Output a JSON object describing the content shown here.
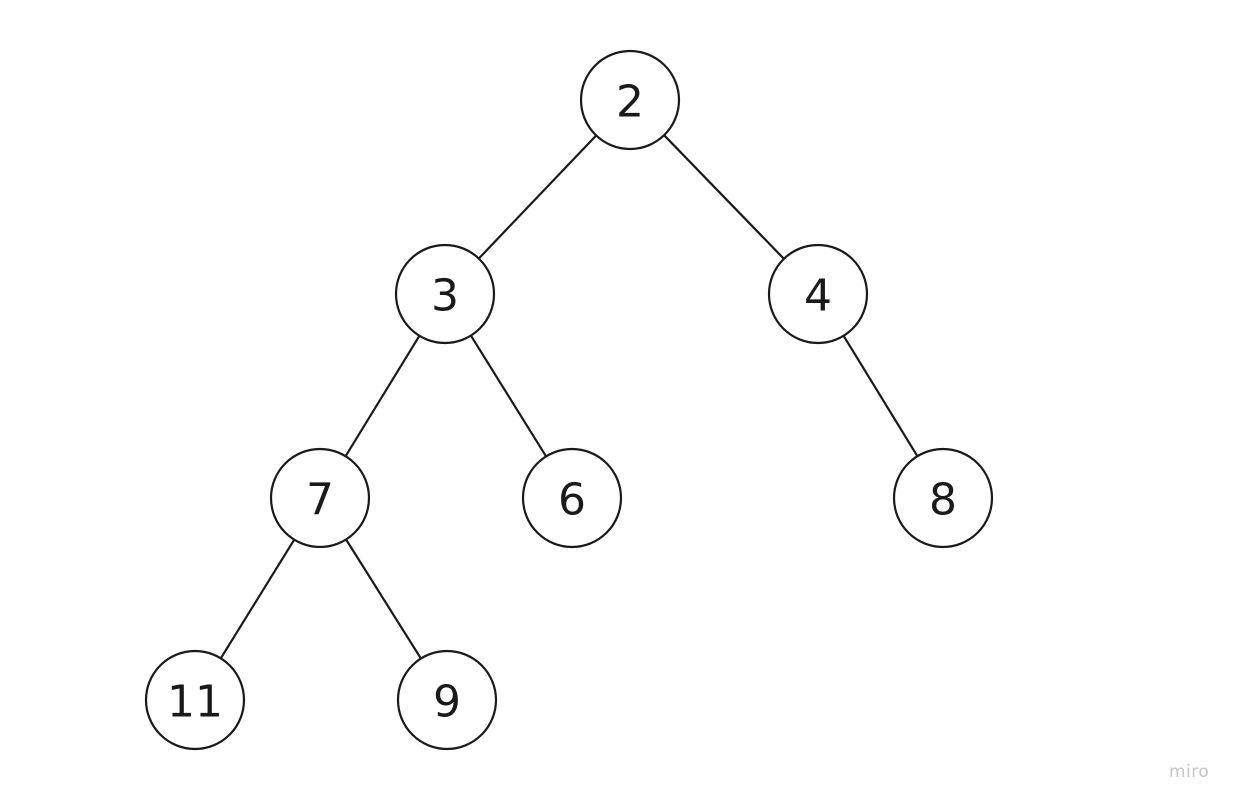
{
  "diagram": {
    "nodes": [
      {
        "id": "n2",
        "label": "2"
      },
      {
        "id": "n3",
        "label": "3"
      },
      {
        "id": "n4",
        "label": "4"
      },
      {
        "id": "n7",
        "label": "7"
      },
      {
        "id": "n6",
        "label": "6"
      },
      {
        "id": "n8",
        "label": "8"
      },
      {
        "id": "n11",
        "label": "11"
      },
      {
        "id": "n9",
        "label": "9"
      }
    ],
    "edges": [
      {
        "from": "n2",
        "to": "n3"
      },
      {
        "from": "n2",
        "to": "n4"
      },
      {
        "from": "n3",
        "to": "n7"
      },
      {
        "from": "n3",
        "to": "n6"
      },
      {
        "from": "n4",
        "to": "n8"
      },
      {
        "from": "n7",
        "to": "n11"
      },
      {
        "from": "n7",
        "to": "n9"
      }
    ]
  },
  "watermark": "miro",
  "colors": {
    "stroke": "#1a1a1a",
    "background": "#ffffff",
    "watermark": "#c4c4c4"
  }
}
